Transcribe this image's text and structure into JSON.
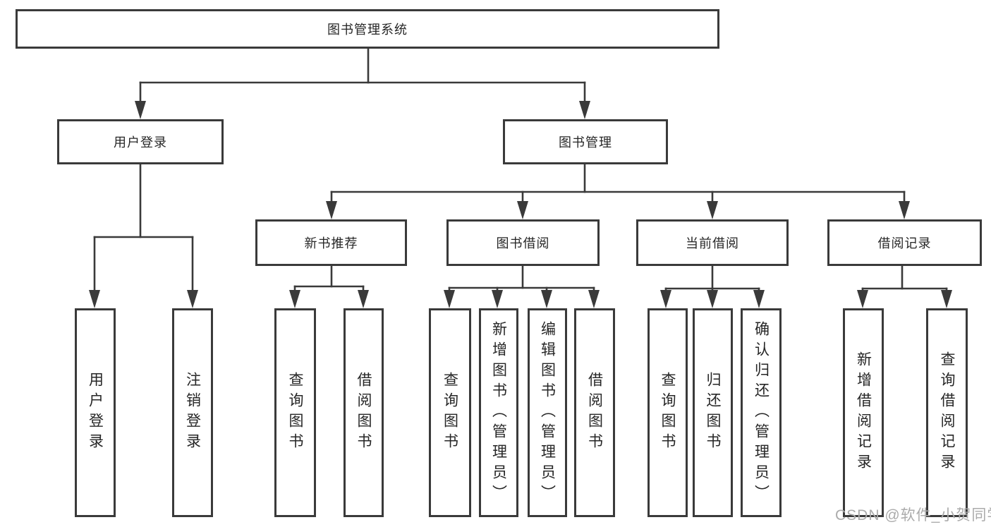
{
  "tree": {
    "label": "图书管理系统",
    "children": [
      {
        "label": "用户登录",
        "children": [
          {
            "label": "用户登录"
          },
          {
            "label": "注销登录"
          }
        ]
      },
      {
        "label": "图书管理",
        "children": [
          {
            "label": "新书推荐",
            "children": [
              {
                "label": "查询图书"
              },
              {
                "label": "借阅图书"
              }
            ]
          },
          {
            "label": "图书借阅",
            "children": [
              {
                "label": "查询图书"
              },
              {
                "label": "新增图书（管理员）"
              },
              {
                "label": "编辑图书（管理员）"
              },
              {
                "label": "借阅图书"
              }
            ]
          },
          {
            "label": "当前借阅",
            "children": [
              {
                "label": "查询图书"
              },
              {
                "label": "归还图书"
              },
              {
                "label": "确认归还（管理员）"
              }
            ]
          },
          {
            "label": "借阅记录",
            "children": [
              {
                "label": "新增借阅记录"
              },
              {
                "label": "查询借阅记录"
              }
            ]
          }
        ]
      }
    ]
  },
  "watermark": "CSDN @软件_小贺同学",
  "colors": {
    "line": "#3a3a3a",
    "text": "#262626",
    "watermark": "#ababab",
    "background": "#ffffff"
  }
}
